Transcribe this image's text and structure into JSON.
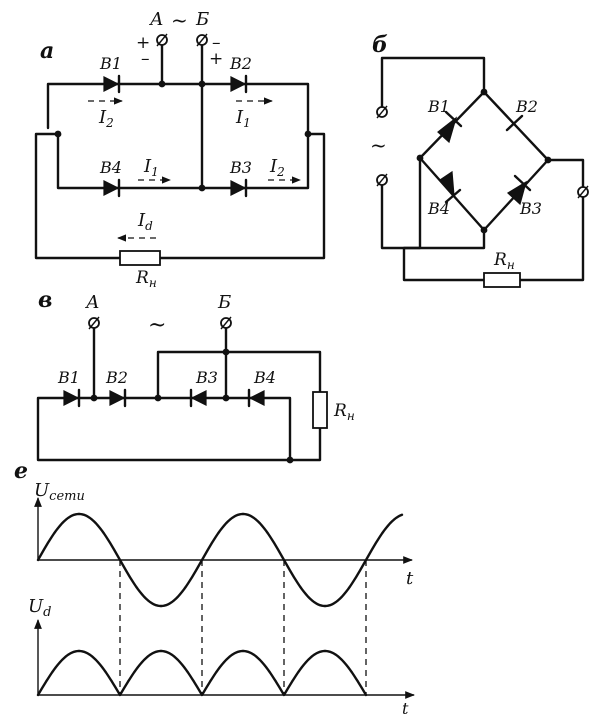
{
  "panel_a": {
    "letter": "а",
    "terminal_a": "А",
    "tilde": "~",
    "terminal_b": "Б",
    "sign_plus_left": "+",
    "sign_minus_left": "–",
    "sign_minus_right": "–",
    "sign_plus_right": "+",
    "d1": "В1",
    "d2": "В2",
    "d3": "В3",
    "d4": "В4",
    "current_i2_top": "I",
    "sub_2": "2",
    "current_i1_top": "I",
    "sub_1": "1",
    "current_i1_bot": "I",
    "current_i2_bot": "I",
    "current_id": "I",
    "sub_d": "d",
    "load": "R",
    "sub_n": "н"
  },
  "panel_b": {
    "letter": "б",
    "tilde": "~",
    "d1": "В1",
    "d2": "В2",
    "d3": "В3",
    "d4": "В4",
    "load": "R",
    "sub_n": "н"
  },
  "panel_v": {
    "letter": "в",
    "terminal_a": "А",
    "tilde": "~",
    "terminal_b": "Б",
    "d1": "В1",
    "d2": "В2",
    "d3": "В3",
    "d4": "В4",
    "load": "R",
    "sub_n": "н"
  },
  "panel_g": {
    "letter": "е",
    "u_mains": "U",
    "sub_mains": "сети",
    "u_out": "U",
    "sub_out": "d",
    "t_top": "t",
    "t_bottom": "t"
  }
}
